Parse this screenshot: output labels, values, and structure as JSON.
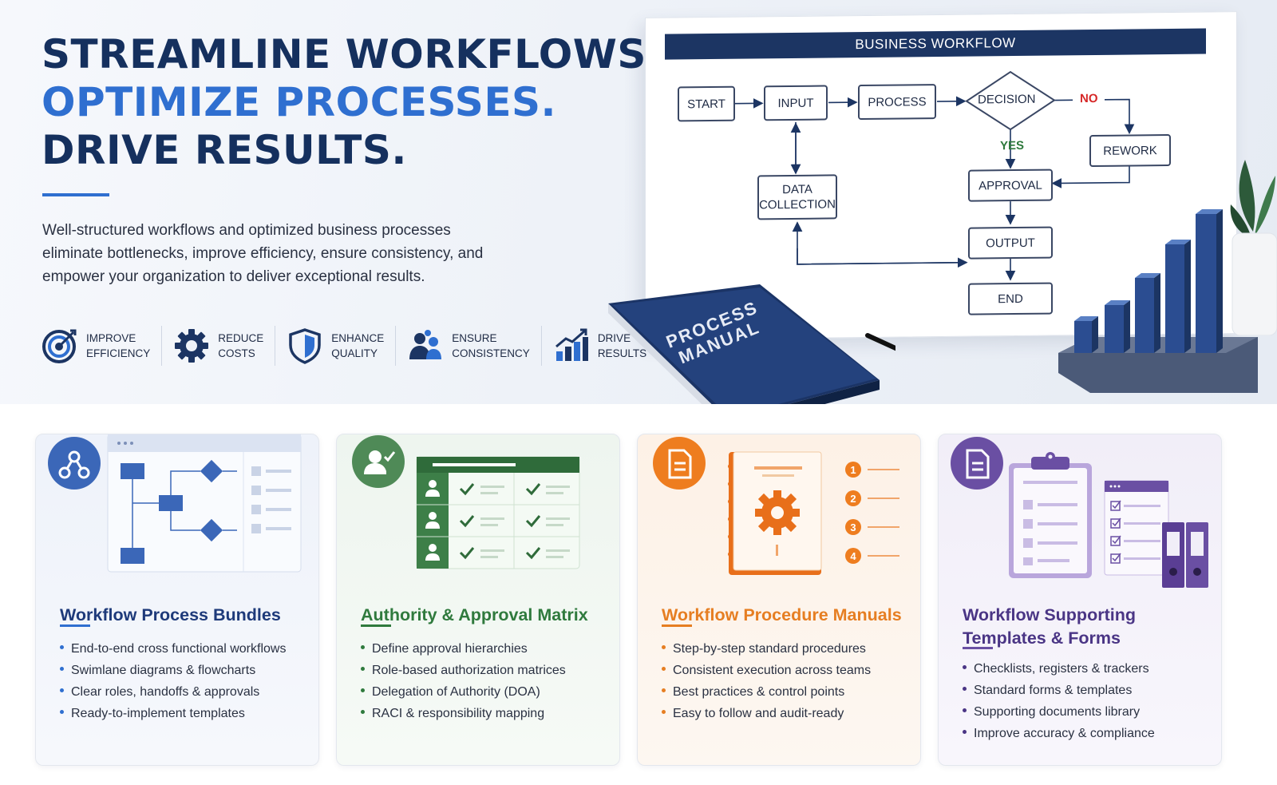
{
  "hero": {
    "headline_1": "STREAMLINE WORKFLOWS.",
    "headline_2": "OPTIMIZE PROCESSES.",
    "headline_3": "DRIVE RESULTS.",
    "description": "Well-structured workflows and optimized business processes eliminate bottlenecks, improve efficiency, ensure consistency, and empower your organization to deliver exceptional results.",
    "benefits": [
      {
        "label": "IMPROVE\nEFFICIENCY",
        "icon": "target-icon"
      },
      {
        "label": "REDUCE\nCOSTS",
        "icon": "gear-icon"
      },
      {
        "label": "ENHANCE\nQUALITY",
        "icon": "shield-icon"
      },
      {
        "label": "ENSURE\nCONSISTENCY",
        "icon": "team-icon"
      },
      {
        "label": "DRIVE\nRESULTS",
        "icon": "growth-chart-icon"
      }
    ],
    "accent_color": "#2f6fd0",
    "navy_color": "#15305e"
  },
  "workflow": {
    "title": "BUSINESS WORKFLOW",
    "nodes": {
      "start": "START",
      "input": "INPUT",
      "process": "PROCESS",
      "decision": "DECISION",
      "rework": "REWORK",
      "data_collection_1": "DATA",
      "data_collection_2": "COLLECTION",
      "approval": "APPROVAL",
      "output": "OUTPUT",
      "end": "END"
    },
    "no_label": "NO",
    "yes_label": "YES"
  },
  "book": {
    "line_1": "PROCESS",
    "line_2": "MANUAL"
  },
  "cards": [
    {
      "title": "Workflow Process Bundles",
      "color": "#1e3a7a",
      "icon": "network-icon",
      "items": [
        "End-to-end cross functional workflows",
        "Swimlane diagrams & flowcharts",
        "Clear roles, handoffs & approvals",
        "Ready-to-implement templates"
      ]
    },
    {
      "title": "Authority & Approval Matrix",
      "color": "#2f7a3d",
      "icon": "user-check-icon",
      "items": [
        "Define approval hierarchies",
        "Role-based authorization matrices",
        "Delegation of Authority (DOA)",
        "RACI & responsibility mapping"
      ]
    },
    {
      "title": "Workflow Procedure Manuals",
      "color": "#e67e22",
      "icon": "document-icon",
      "steps": [
        "1",
        "2",
        "3",
        "4"
      ],
      "items": [
        "Step-by-step standard procedures",
        "Consistent execution across teams",
        "Best practices & control points",
        "Easy to follow and audit-ready"
      ]
    },
    {
      "title_1": "Workflow Supporting",
      "title_2": "Templates & Forms",
      "color": "#5b3e96",
      "icon": "form-icon",
      "items": [
        "Checklists, registers & trackers",
        "Standard forms & templates",
        "Supporting documents library",
        "Improve accuracy & compliance"
      ]
    }
  ]
}
